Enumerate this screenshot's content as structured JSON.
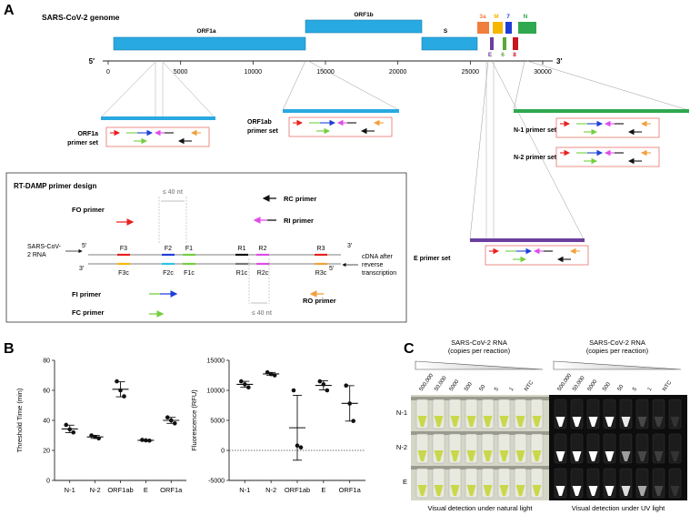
{
  "panels": {
    "a": "A",
    "b": "B",
    "c": "C"
  },
  "genome": {
    "title": "SARS-CoV-2 genome",
    "five_prime": "5′",
    "three_prime": "3′",
    "ticks": [
      0,
      5000,
      10000,
      15000,
      20000,
      25000,
      30000
    ],
    "genes": [
      {
        "name": "ORF1a",
        "color": "#29a9e1"
      },
      {
        "name": "ORF1b",
        "color": "#29a9e1"
      },
      {
        "name": "S",
        "color": "#29a9e1"
      },
      {
        "name": "3a",
        "color": "#f07e3c"
      },
      {
        "name": "M",
        "color": "#f7b600"
      },
      {
        "name": "7",
        "color": "#1e3fd6"
      },
      {
        "name": "N",
        "color": "#2fa84f"
      },
      {
        "name": "E",
        "color": "#6b3fa0"
      },
      {
        "name": "6",
        "color": "#5aa63a"
      },
      {
        "name": "8",
        "color": "#c9151e"
      }
    ],
    "primer_sets": {
      "orf1a": "ORF1a\nprimer set",
      "orf1a_l1": "ORF1a",
      "orf1a_l2": "primer set",
      "orf1ab_l1": "ORF1ab",
      "orf1ab_l2": "primer set",
      "n1": "N-1 primer set",
      "n2": "N-2 primer set",
      "e": "E primer set"
    }
  },
  "design": {
    "title": "RT-DAMP primer design",
    "fo": "FO primer",
    "rc": "RC primer",
    "ri": "RI primer",
    "fi": "FI primer",
    "fc": "FC primer",
    "ro": "RO primer",
    "le40_top": "≤ 40 nt",
    "le40_bottom": "≤ 40 nt",
    "rna_l1": "SARS-CoV-",
    "rna_l2": "2 RNA",
    "cdna_l1": "cDNA after",
    "cdna_l2": "reverse",
    "cdna_l3": "transcription",
    "top_5": "5′",
    "top_3": "3′",
    "bot_3": "3′",
    "bot_5": "5′",
    "top_sites": [
      "F3",
      "F2",
      "F1",
      "R1",
      "R2",
      "R3"
    ],
    "bottom_sites": [
      "F3c",
      "F2c",
      "F1c",
      "R1c",
      "R2c",
      "R3c"
    ]
  },
  "chart_data": [
    {
      "type": "scatter",
      "ylabel": "Threshold Time (min)",
      "categories": [
        "N-1",
        "N-2",
        "ORF1ab",
        "E",
        "ORF1a"
      ],
      "ylim": [
        0,
        80
      ],
      "yticks": [
        0,
        20,
        40,
        60,
        80
      ],
      "points": [
        [
          37,
          34,
          32
        ],
        [
          30,
          29,
          28
        ],
        [
          66,
          60,
          56
        ],
        [
          27,
          26.7,
          26.5
        ],
        [
          42,
          40,
          38
        ]
      ],
      "mean": [
        34.3,
        29,
        60.7,
        26.7,
        40
      ],
      "sd": [
        2.5,
        1,
        5,
        0.3,
        2
      ]
    },
    {
      "type": "scatter",
      "ylabel": "Fluorescence (RFU)",
      "categories": [
        "N-1",
        "N-2",
        "ORF1ab",
        "E",
        "ORF1a"
      ],
      "ylim": [
        -5000,
        15000
      ],
      "yticks": [
        -5000,
        0,
        5000,
        10000,
        15000
      ],
      "points": [
        [
          11500,
          11000,
          10500
        ],
        [
          13000,
          12700,
          12500
        ],
        [
          10000,
          800,
          500
        ],
        [
          11500,
          11000,
          10000
        ],
        [
          10800,
          7800,
          4900
        ]
      ],
      "mean": [
        11000,
        12730,
        3770,
        10830,
        7830
      ],
      "sd": [
        500,
        250,
        5400,
        760,
        2950
      ]
    }
  ],
  "photos": {
    "natural": {
      "header_l1": "SARS-CoV-2 RNA",
      "header_l2": "(copies per reaction)",
      "caption": "Visual detection under natural light"
    },
    "uv": {
      "header_l1": "SARS-CoV-2 RNA",
      "header_l2": "(copies per reaction)",
      "caption": "Visual detection under UV light"
    },
    "columns": [
      "500,000",
      "50,000",
      "5000",
      "500",
      "50",
      "5",
      "1",
      "NTC"
    ],
    "rows": [
      "N-1",
      "N-2",
      "E"
    ],
    "uv_glow": [
      [
        1,
        1,
        1,
        1,
        0.9,
        0.15,
        0.1,
        0.05
      ],
      [
        1,
        1,
        1,
        1,
        0.55,
        0.15,
        0.1,
        0.05
      ],
      [
        1,
        1,
        1,
        1,
        0.85,
        0.6,
        0.15,
        0.05
      ]
    ]
  }
}
